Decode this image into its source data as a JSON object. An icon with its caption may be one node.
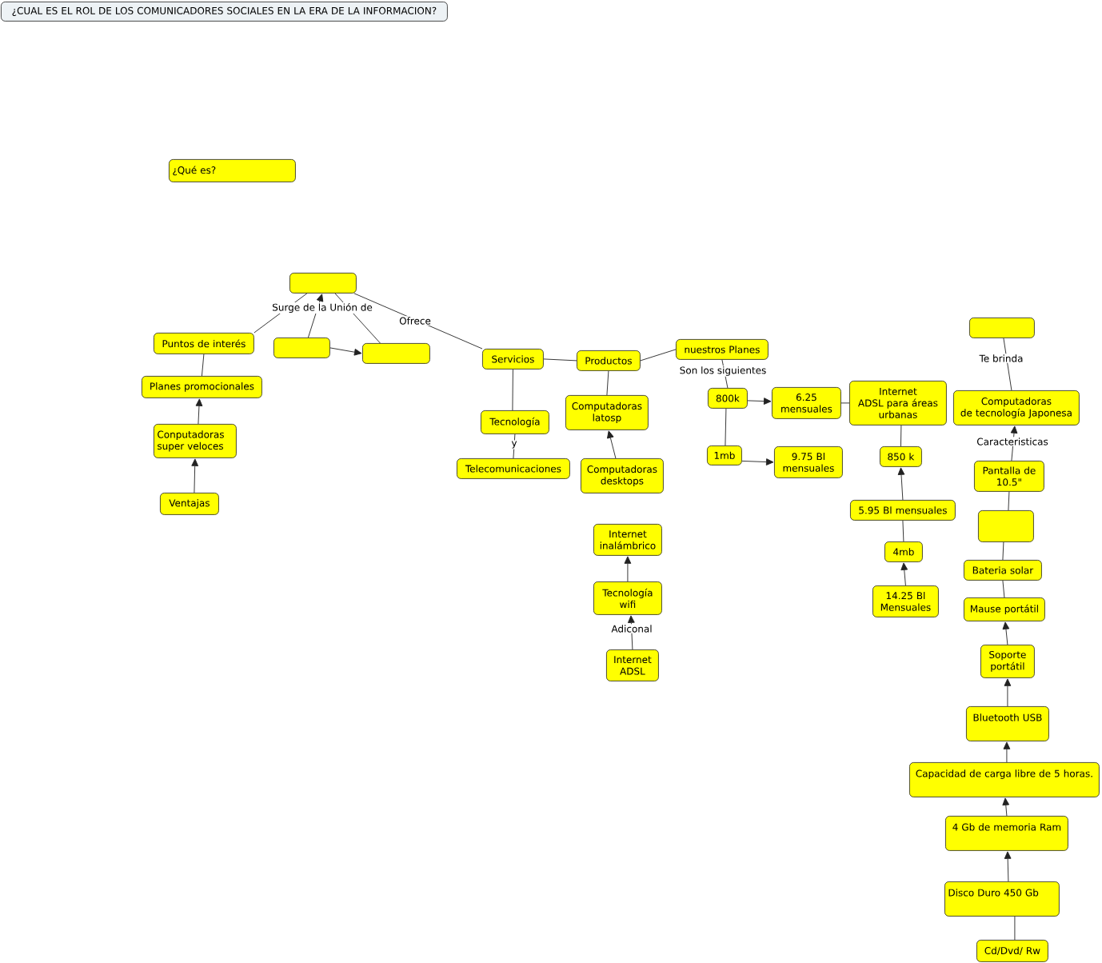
{
  "diagram": {
    "title": "¿CUAL ES EL ROL DE LOS COMUNICADORES SOCIALES EN LA ERA DE LA INFORMACION?",
    "nodes": [
      {
        "text": [
          "¿Qué es?"
        ]
      },
      {
        "text": [],
        "shape": "box"
      },
      {
        "text": [
          "Puntos de interés"
        ]
      },
      {
        "text": [],
        "shape": "box"
      },
      {
        "text": [],
        "shape": "box"
      },
      {
        "text": [
          "Servicios"
        ]
      },
      {
        "text": [
          "Planes promocionales"
        ]
      },
      {
        "text": [
          "Productos"
        ]
      },
      {
        "text": [
          "nuestros Planes"
        ]
      },
      {
        "text": [
          "Conputadoras super veloces"
        ]
      },
      {
        "text": [
          "Tecnología"
        ]
      },
      {
        "text": [
          "Computadoras latosp"
        ]
      },
      {
        "text": [
          "800k"
        ]
      },
      {
        "text": [
          "6.25 mensuales"
        ]
      },
      {
        "text": [
          "Internet ADSL para áreas urbanas"
        ]
      },
      {
        "text": [],
        "shape": "box"
      },
      {
        "text": [
          "Computadoras de tecnología Japonesa"
        ]
      },
      {
        "text": [
          "Telecomunicaciones"
        ]
      },
      {
        "text": [
          "Computadoras desktops"
        ]
      },
      {
        "text": [
          "1mb"
        ]
      },
      {
        "text": [
          "9.75 Bl mensuales"
        ]
      },
      {
        "text": [
          "850 k"
        ]
      },
      {
        "text": [
          "Pantalla de 10.5\""
        ]
      },
      {
        "text": [
          "Ventajas"
        ]
      },
      {
        "text": [
          "5.95 Bl mensuales"
        ]
      },
      {
        "text": [],
        "shape": "box"
      },
      {
        "text": [
          "4mb"
        ]
      },
      {
        "text": [
          "Internet inalámbrico"
        ]
      },
      {
        "text": [
          "Bateria solar"
        ]
      },
      {
        "text": [
          "Tecnología wifi"
        ]
      },
      {
        "text": [
          "14.25 Bl Mensuales"
        ]
      },
      {
        "text": [
          "Mause portátil"
        ]
      },
      {
        "text": [
          "Internet ADSL"
        ]
      },
      {
        "text": [
          "Soporte portátil"
        ]
      },
      {
        "text": [
          "Bluetooth USB"
        ]
      },
      {
        "text": [
          "Capacidad de carga libre de 5 horas."
        ]
      },
      {
        "text": [
          "4 Gb de memoria Ram"
        ]
      },
      {
        "text": [
          "Disco Duro 450 Gb"
        ]
      },
      {
        "text": [
          "Cd/Dvd/ Rw"
        ]
      }
    ],
    "edges": [
      {
        "from": 3,
        "to": 1,
        "arrow": "to",
        "label": "Surge de la Unión de"
      },
      {
        "from": 1,
        "to": 2,
        "arrow": "none"
      },
      {
        "from": 1,
        "to": 4,
        "arrow": "none"
      },
      {
        "from": 1,
        "to": 5,
        "arrow": "none",
        "label": "Ofrece"
      },
      {
        "from": 3,
        "to": 4,
        "arrow": "to"
      },
      {
        "from": 2,
        "to": 6,
        "arrow": "none"
      },
      {
        "from": 9,
        "to": 6,
        "arrow": "to"
      },
      {
        "from": 23,
        "to": 9,
        "arrow": "to"
      },
      {
        "from": 5,
        "to": 7,
        "arrow": "none"
      },
      {
        "from": 5,
        "to": 10,
        "arrow": "none"
      },
      {
        "from": 10,
        "to": 17,
        "arrow": "none",
        "label": "y"
      },
      {
        "from": 7,
        "to": 8,
        "arrow": "none"
      },
      {
        "from": 7,
        "to": 11,
        "arrow": "none"
      },
      {
        "from": 18,
        "to": 11,
        "arrow": "to"
      },
      {
        "from": 8,
        "to": 12,
        "arrow": "none",
        "label": "Son los siguientes"
      },
      {
        "from": 12,
        "to": 13,
        "arrow": "to"
      },
      {
        "from": 12,
        "to": 19,
        "arrow": "none"
      },
      {
        "from": 19,
        "to": 20,
        "arrow": "to"
      },
      {
        "from": 13,
        "to": 14,
        "arrow": "none"
      },
      {
        "from": 14,
        "to": 21,
        "arrow": "none"
      },
      {
        "from": 24,
        "to": 21,
        "arrow": "to"
      },
      {
        "from": 26,
        "to": 24,
        "arrow": "none"
      },
      {
        "from": 30,
        "to": 26,
        "arrow": "to"
      },
      {
        "from": 15,
        "to": 16,
        "arrow": "none",
        "label": "Te brinda"
      },
      {
        "from": 22,
        "to": 16,
        "arrow": "to",
        "label": "Caracteristicas"
      },
      {
        "from": 25,
        "to": 22,
        "arrow": "none"
      },
      {
        "from": 28,
        "to": 25,
        "arrow": "none"
      },
      {
        "from": 31,
        "to": 28,
        "arrow": "none"
      },
      {
        "from": 33,
        "to": 31,
        "arrow": "to"
      },
      {
        "from": 34,
        "to": 33,
        "arrow": "to"
      },
      {
        "from": 35,
        "to": 34,
        "arrow": "to"
      },
      {
        "from": 36,
        "to": 35,
        "arrow": "to"
      },
      {
        "from": 37,
        "to": 36,
        "arrow": "to"
      },
      {
        "from": 38,
        "to": 37,
        "arrow": "none"
      },
      {
        "from": 29,
        "to": 27,
        "arrow": "to"
      },
      {
        "from": 32,
        "to": 29,
        "arrow": "to",
        "label": "Adiconal"
      }
    ]
  }
}
